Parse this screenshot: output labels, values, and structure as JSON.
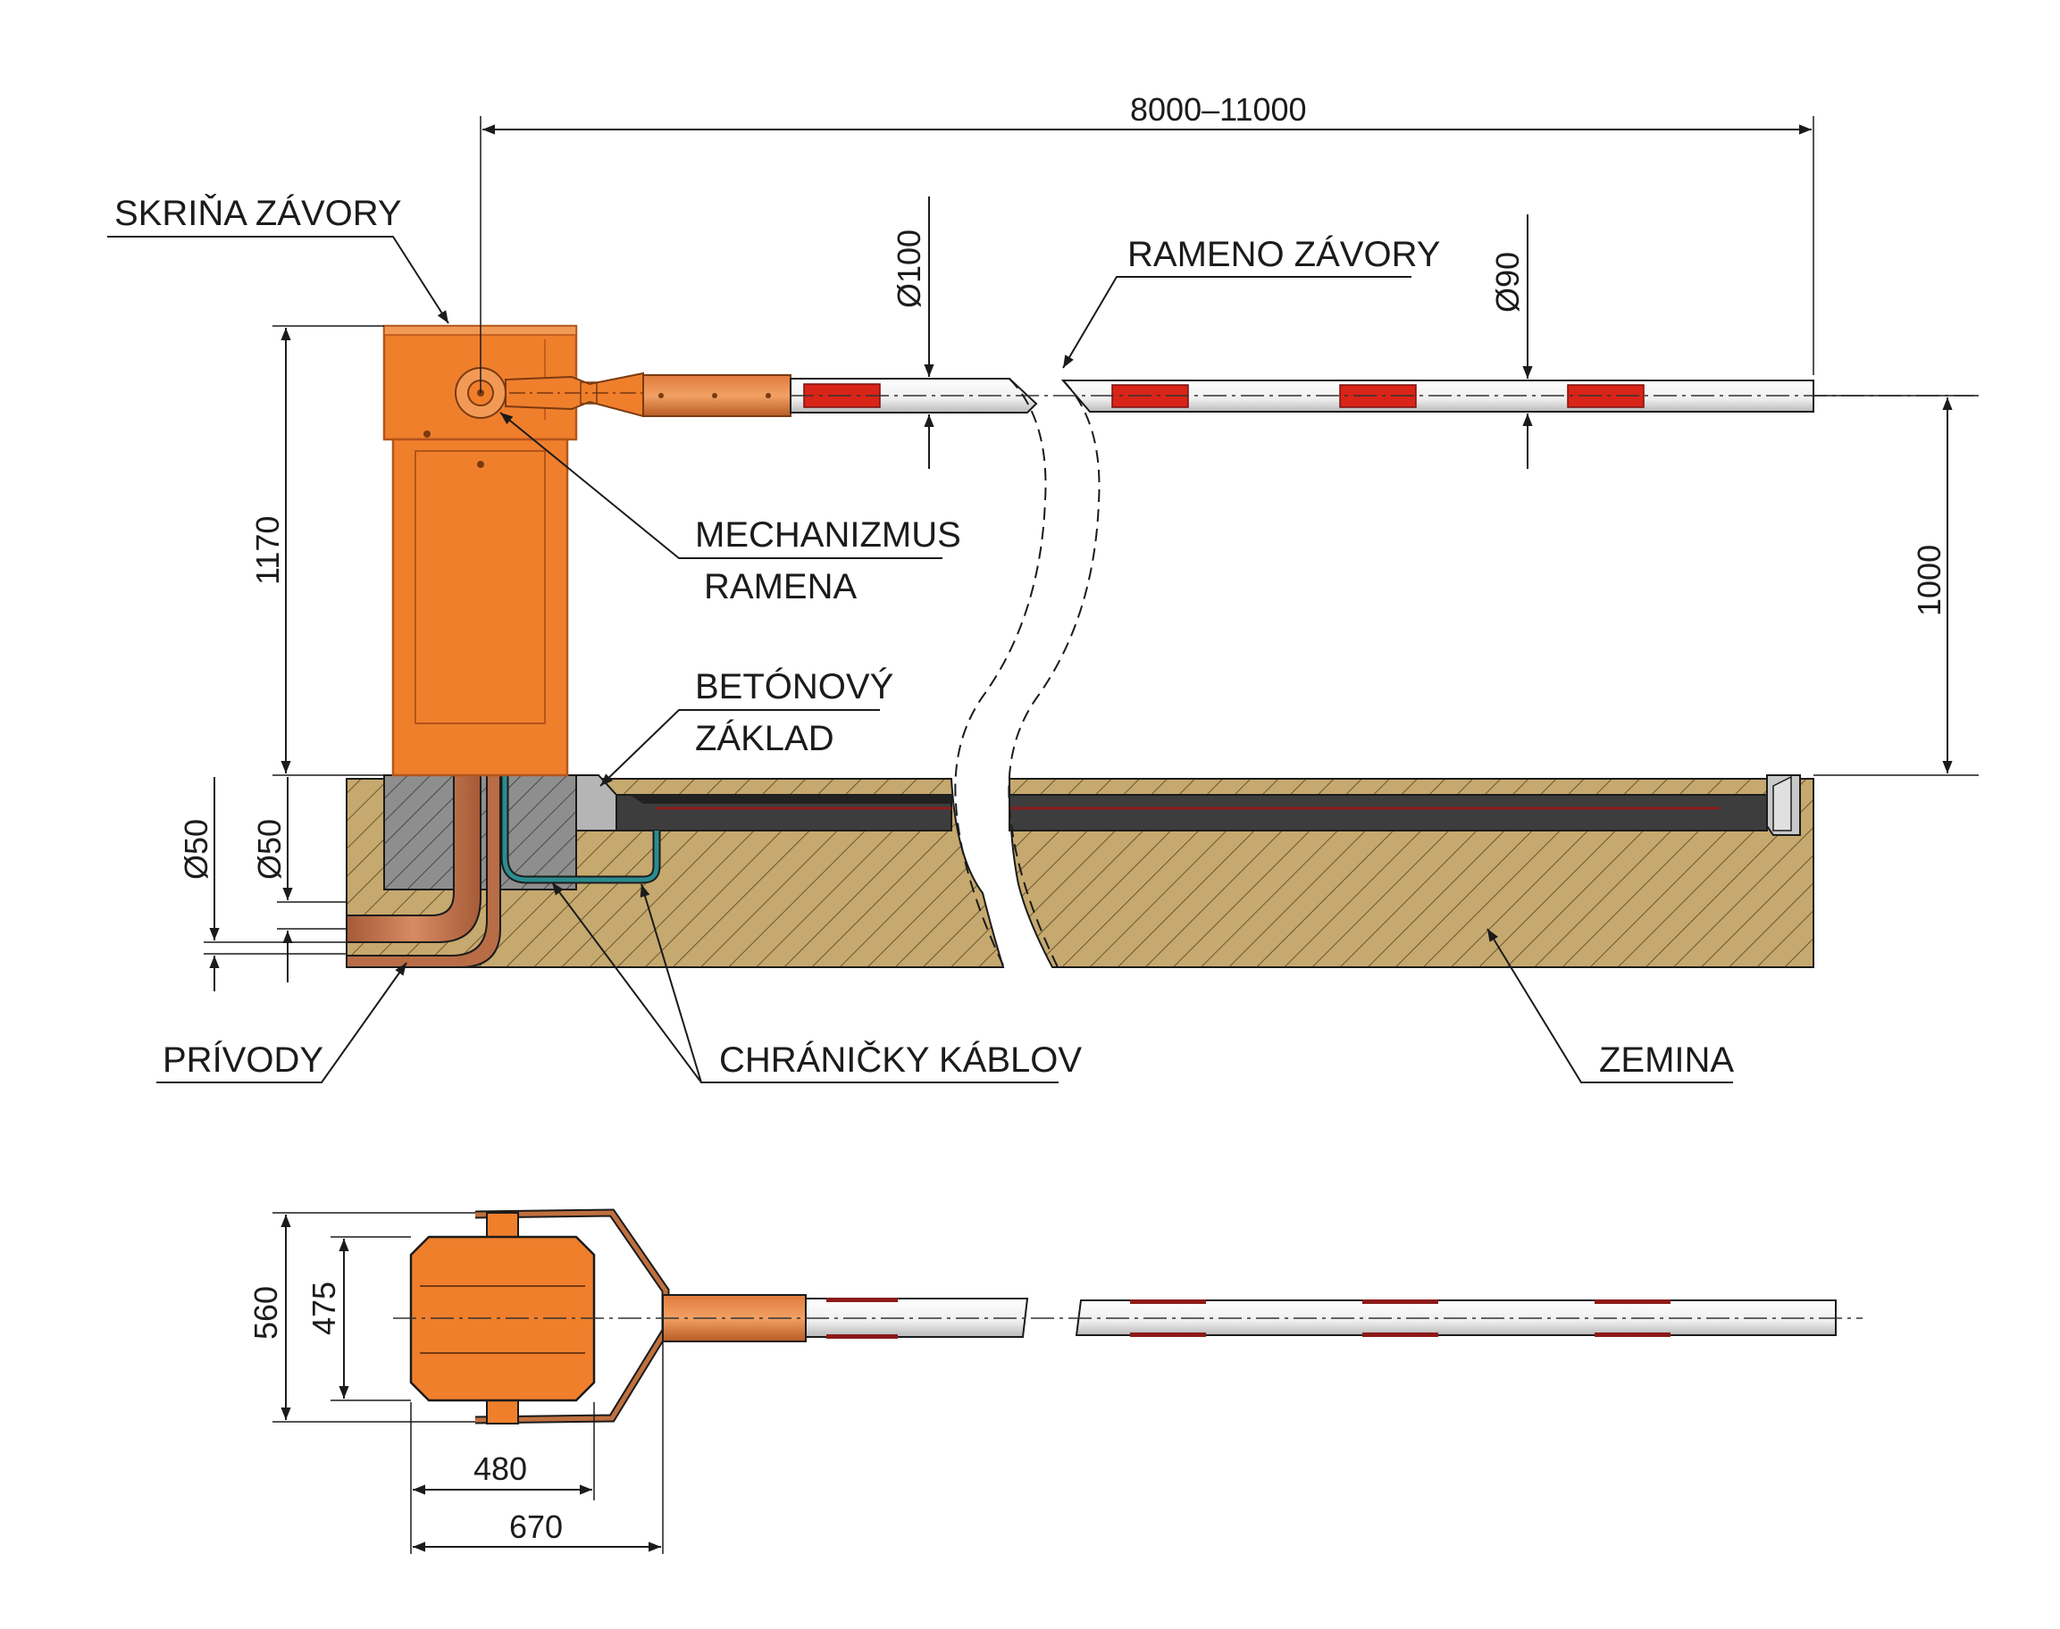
{
  "labels": {
    "housing": "SKRIŇA ZÁVORY",
    "arm": "RAMENO ZÁVORY",
    "mechanism_line1": "MECHANIZMUS",
    "mechanism_line2": "RAMENA",
    "foundation_line1": "BETÓNOVÝ",
    "foundation_line2": "ZÁKLAD",
    "inlets": "PRÍVODY",
    "conduits": "CHRÁNIČKY KÁBLOV",
    "soil": "ZEMINA"
  },
  "dimensions": {
    "arm_length": "8000–11000",
    "arm_diameter_base": "Ø100",
    "arm_diameter_tip": "Ø90",
    "housing_height": "1170",
    "arm_height": "1000",
    "conduit_a": "Ø50",
    "conduit_b": "Ø50",
    "plan_width_outer": "560",
    "plan_width_inner": "475",
    "plan_length_inner": "480",
    "plan_length_outer": "670"
  },
  "colors": {
    "housing_orange": "#f07f2c",
    "housing_stroke": "#b4541a",
    "arm_red": "#d92418",
    "arm_white": "#f1f1f1",
    "soil": "#c6a96e",
    "concrete": "#8c8c8c",
    "pipe_copper": "#c5764f",
    "conduit_teal": "#2b8c8f",
    "asphalt": "#3a3a3a"
  }
}
